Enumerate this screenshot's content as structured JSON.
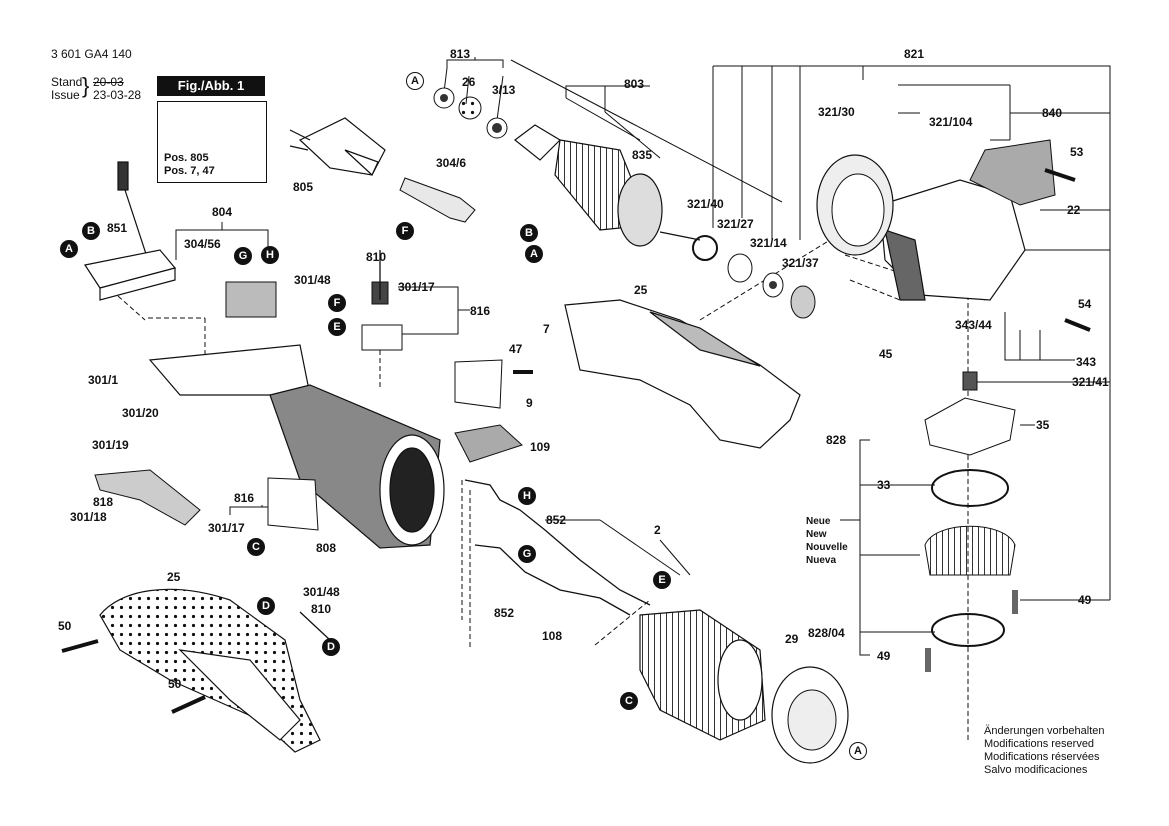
{
  "header": {
    "doc_number": "3 601 GA4 140",
    "stand_label": "Stand",
    "issue_label": "Issue",
    "stand_date": "20-03",
    "issue_date": "23-03-28",
    "figure_title": "Fig./Abb. 1"
  },
  "warning": {
    "line1": "Pos. 805",
    "line2": "Pos. 7, 47",
    "icons": [
      "warning-triangle-icon",
      "read-manual-icon"
    ]
  },
  "legend_new": [
    "Neue",
    "New",
    "Nouvelle",
    "Nueva"
  ],
  "notes": [
    "Änderungen vorbehalten",
    "Modifications reserved",
    "Modifications réservées",
    "Salvo modificaciones"
  ],
  "connectors": [
    "A",
    "B",
    "C",
    "D",
    "E",
    "F",
    "G",
    "H"
  ],
  "parts": {
    "p813": "813",
    "p26": "26",
    "p3_13": "3/13",
    "p803": "803",
    "p821": "821",
    "p840": "840",
    "p321_30": "321/30",
    "p321_104": "321/104",
    "p53": "53",
    "p22": "22",
    "p835": "835",
    "p304_6": "304/6",
    "p805": "805",
    "p804": "804",
    "p851": "851",
    "p304_56": "304/56",
    "p810a": "810",
    "p301_48a": "301/48",
    "p301_17a": "301/17",
    "p816a": "816",
    "p321_40": "321/40",
    "p321_27": "321/27",
    "p321_14": "321/14",
    "p321_37": "321/37",
    "p25a": "25",
    "p7": "7",
    "p47": "47",
    "p343_44": "343/44",
    "p54": "54",
    "p45": "45",
    "p343": "343",
    "p321_41": "321/41",
    "p301_1": "301/1",
    "p301_20": "301/20",
    "p9": "9",
    "p35": "35",
    "p828": "828",
    "p301_19": "301/19",
    "p109": "109",
    "p33": "33",
    "p818": "818",
    "p301_18": "301/18",
    "p816b": "816",
    "p301_17b": "301/17",
    "p852a": "852",
    "p2": "2",
    "p808": "808",
    "p301_48b": "301/48",
    "p810b": "810",
    "p25b": "25",
    "p852b": "852",
    "p108": "108",
    "p50a": "50",
    "p29": "29",
    "p828_04": "828/04",
    "p49a": "49",
    "p49b": "49",
    "p50b": "50"
  },
  "colors": {
    "ink": "#111111",
    "paper": "#ffffff",
    "shade": "#d8d8d8",
    "dark": "#555555"
  }
}
